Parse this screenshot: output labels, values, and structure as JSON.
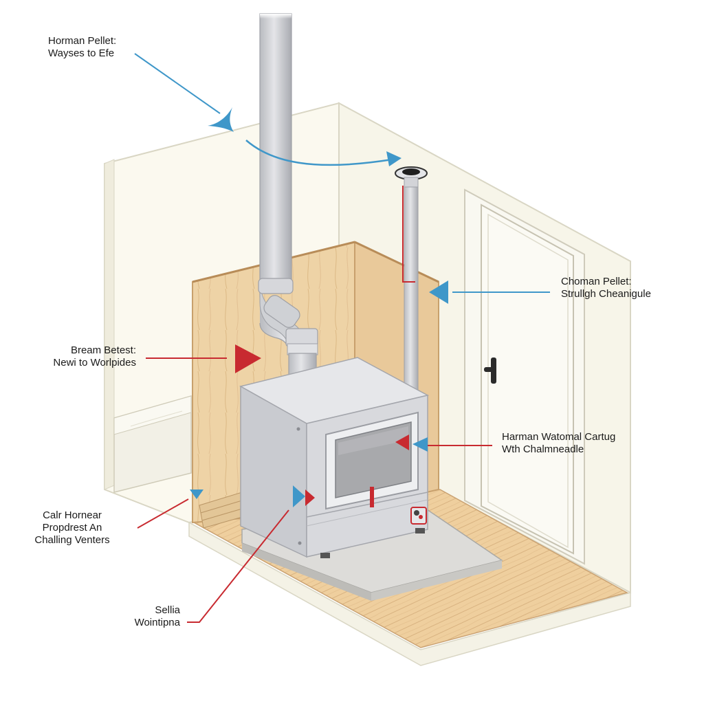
{
  "colors": {
    "wall": "#fbf9ef",
    "wall_edge": "#d9d6c4",
    "panel_wood": "#eed3a6",
    "floor_wood": "#efcf9e",
    "stove": "#d9dade",
    "pipe": "#c9cbd0",
    "arrow_blue": "#3f97c9",
    "arrow_red": "#c82a30"
  },
  "icons": [
    "blue-arrow-icon",
    "red-arrow-icon",
    "door-handle-icon",
    "vent-cap-icon"
  ],
  "callouts": {
    "top_left": {
      "line1": "Horman Pellet:",
      "line2": "Wayses to Efe"
    },
    "right_upper": {
      "line1": "Choman Pellet:",
      "line2": "Strullgh Cheanigule"
    },
    "left_middle": {
      "line1": "Bream Betest:",
      "line2": "Newi to Worlpides"
    },
    "right_middle": {
      "line1": "Harman Watomal Cartug",
      "line2": "Wth Chalmneadle"
    },
    "left_lower": {
      "line1": "Calr Hornear",
      "line2": "Propdrest An",
      "line3": "Challing Venters"
    },
    "bottom": {
      "line1": "Sellia",
      "line2": "Wointipna"
    }
  }
}
